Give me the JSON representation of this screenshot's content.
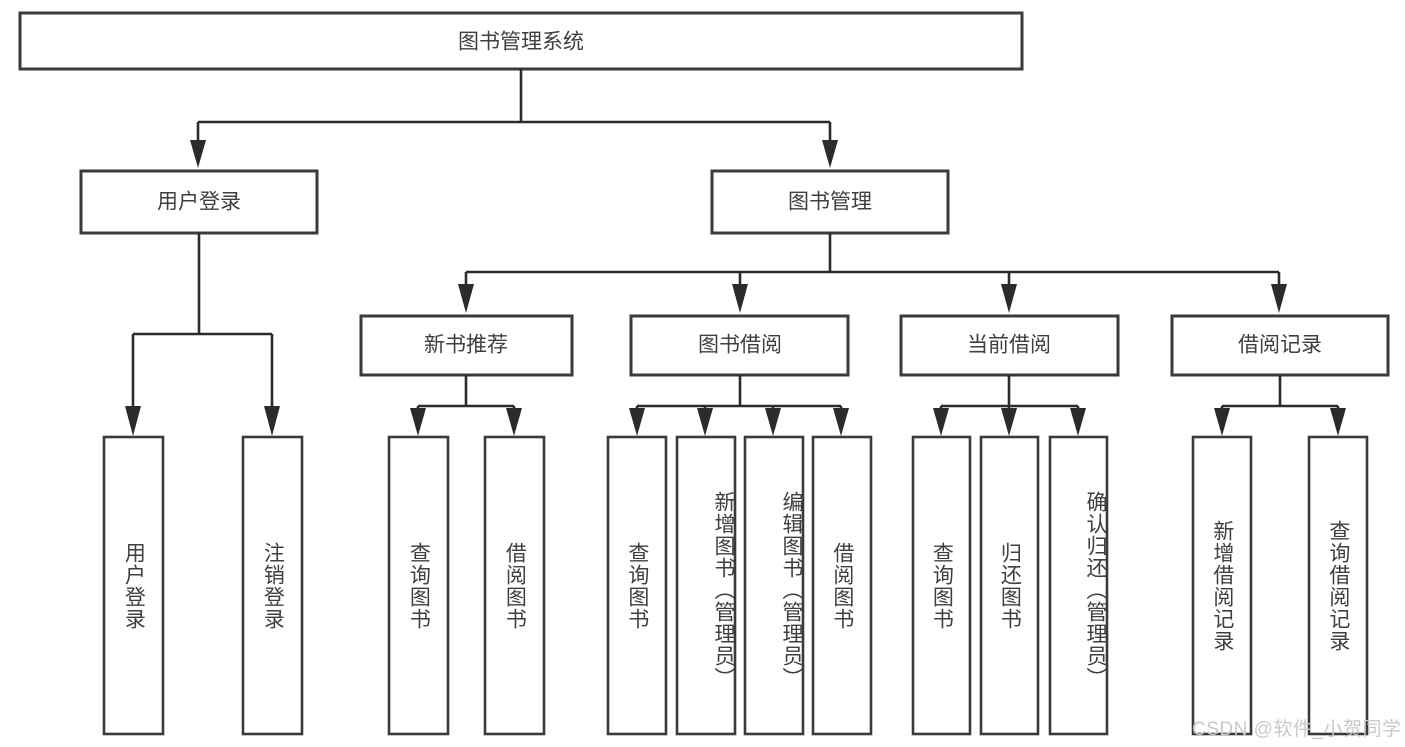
{
  "diagram": {
    "type": "tree",
    "title_node": {
      "label": "图书管理系统"
    },
    "level2": [
      {
        "id": "user-login",
        "label": "用户登录"
      },
      {
        "id": "book-management",
        "label": "图书管理"
      }
    ],
    "level3": [
      {
        "id": "new-book-recommend",
        "label": "新书推荐"
      },
      {
        "id": "book-borrow",
        "label": "图书借阅"
      },
      {
        "id": "current-borrow",
        "label": "当前借阅"
      },
      {
        "id": "borrow-record",
        "label": "借阅记录"
      }
    ],
    "leaves": {
      "user_login": [
        {
          "id": "leaf-user-login",
          "label": "用户登录"
        },
        {
          "id": "leaf-logout-login",
          "label": "注销登录"
        }
      ],
      "new_book_recommend": [
        {
          "id": "leaf-query-book-1",
          "label": "查询图书"
        },
        {
          "id": "leaf-borrow-book-1",
          "label": "借阅图书"
        }
      ],
      "book_borrow": [
        {
          "id": "leaf-query-book-2",
          "label": "查询图书"
        },
        {
          "id": "leaf-add-book",
          "label": "新增图书（管理员）"
        },
        {
          "id": "leaf-edit-book",
          "label": "编辑图书（管理员）"
        },
        {
          "id": "leaf-borrow-book-2",
          "label": "借阅图书"
        }
      ],
      "current_borrow": [
        {
          "id": "leaf-query-book-3",
          "label": "查询图书"
        },
        {
          "id": "leaf-return-book",
          "label": "归还图书"
        },
        {
          "id": "leaf-confirm-return",
          "label": "确认归还（管理员）"
        }
      ],
      "borrow_record": [
        {
          "id": "leaf-add-record",
          "label": "新增借阅记录"
        },
        {
          "id": "leaf-query-record",
          "label": "查询借阅记录"
        }
      ]
    }
  },
  "watermark": {
    "text": "CSDN @软件_小贺同学"
  },
  "colors": {
    "box_stroke": "#3a3a3a",
    "connector": "#2b2b2b",
    "text": "#3f3f3f",
    "background": "#ffffff",
    "watermark": "#c9c9c9"
  }
}
